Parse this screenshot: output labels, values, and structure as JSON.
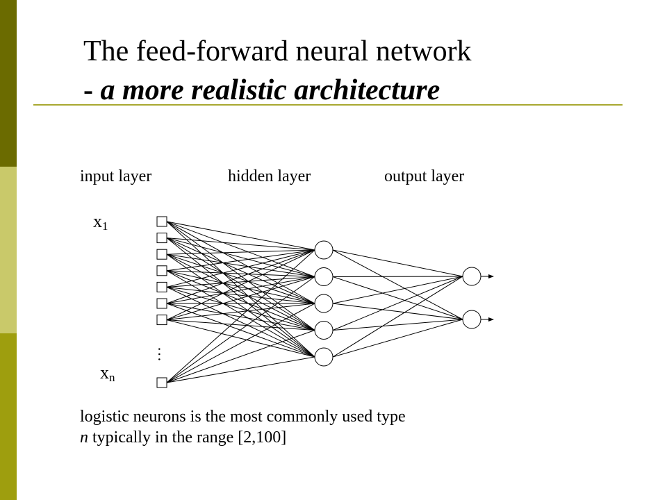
{
  "slide": {
    "title": "The feed-forward neural network",
    "subtitle_dash": "- ",
    "subtitle_text": "a more realistic architecture"
  },
  "layers": {
    "input_label": "input layer",
    "hidden_label": "hidden layer",
    "output_label": "output layer"
  },
  "variables": {
    "first_base": "x",
    "first_sub": "1",
    "last_base": "x",
    "last_sub": "n",
    "ellipsis": "…"
  },
  "network": {
    "input_units_drawn": 8,
    "hidden_units": 5,
    "output_units": 2,
    "fully_connected": true
  },
  "caption": {
    "line1": "logistic neurons is the most commonly used type",
    "line2_var": "n",
    "line2_rest": " typically in the range [2,100]"
  },
  "colors": {
    "sidebar_top": "#6b6b00",
    "sidebar_middle": "#c9c96a",
    "sidebar_bottom": "#9e9e0e",
    "rule": "#a8a830"
  }
}
